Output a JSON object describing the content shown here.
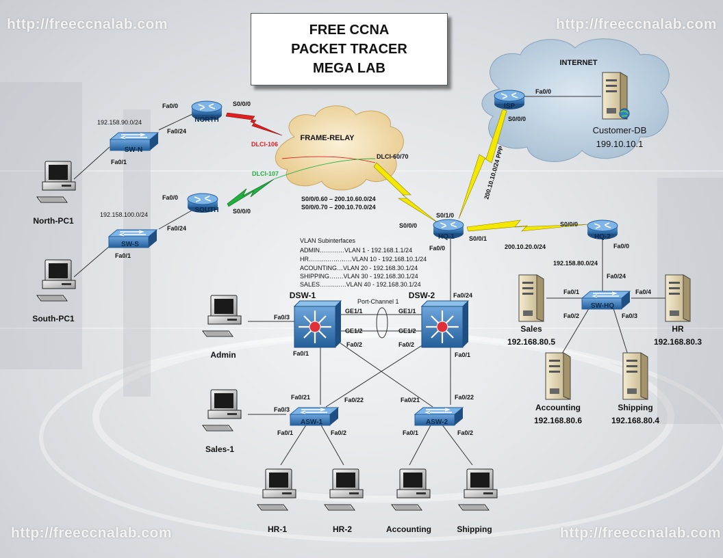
{
  "title": {
    "line1": "FREE CCNA",
    "line2": "PACKET TRACER",
    "line3": "MEGA LAB"
  },
  "watermark": "http://freeccnalab.com",
  "clouds": {
    "internet": "INTERNET",
    "frame_relay": "FRAME-RELAY"
  },
  "devices": {
    "north": "NORTH",
    "south": "SOUTH",
    "isp": "ISP",
    "hq1": "HQ-1",
    "hq2": "HQ-2",
    "sw_n": "SW-N",
    "sw_s": "SW-S",
    "sw_hq": "SW-HQ",
    "asw1": "ASW-1",
    "asw2": "ASW-2",
    "dsw1": "DSW-1",
    "dsw2": "DSW-2",
    "north_pc1": "North-PC1",
    "south_pc1": "South-PC1",
    "admin": "Admin",
    "sales1": "Sales-1",
    "hr1": "HR-1",
    "hr2": "HR-2",
    "accounting": "Accounting",
    "shipping": "Shipping",
    "customer_db": "Customer-DB",
    "customer_db_ip": "199.10.10.1",
    "srv_sales": "Sales",
    "srv_sales_ip": "192.168.80.5",
    "srv_hr": "HR",
    "srv_hr_ip": "192.168.80.3",
    "srv_accounting": "Accounting",
    "srv_accounting_ip": "192.168.80.6",
    "srv_shipping": "Shipping",
    "srv_shipping_ip": "192.168.80.4"
  },
  "ports": {
    "north_fa00": "Fa0/0",
    "north_s000": "S0/0/0",
    "swn_fa024": "Fa0/24",
    "swn_fa01": "Fa0/1",
    "net_north": "192.158.90.0/24",
    "south_fa00": "Fa0/0",
    "south_s000": "S0/0/0",
    "sws_fa024": "Fa0/24",
    "sws_fa01": "Fa0/1",
    "net_south": "192.158.100.0/24",
    "dlci106": "DLCI-106",
    "dlci107": "DLCI-107",
    "dlci6070": "DLCI-60/70",
    "sub60": "S0/0/0.60 – 200.10.60.0/24",
    "sub70": "S0/0/0.70 – 200.10.70.0/24",
    "isp_fa00": "Fa0/0",
    "isp_s000": "S0/0/0",
    "isp_ppp": "200.10.10.0/24 PPP",
    "hq1_s010": "S0/1/0",
    "hq1_s000": "S0/0/0",
    "hq1_s001": "S0/0/1",
    "hq1_fa00": "Fa0/0",
    "hq2_s000": "S0/0/0",
    "hq2_fa00": "Fa0/0",
    "net_hq": "200.10.20.0/24",
    "net_hq2lan": "192.158.80.0/24",
    "swhq_fa024": "Fa0/24",
    "swhq_fa01": "Fa0/1",
    "swhq_fa02": "Fa0/2",
    "swhq_fa03": "Fa0/3",
    "swhq_fa04": "Fa0/4",
    "dsw2_fa024": "Fa0/24",
    "dsw1_fa03": "Fa0/3",
    "portchannel": "Port-Channel 1",
    "dsw1_ge11": "GE1/1",
    "dsw1_ge12": "GE1/2",
    "dsw2_ge11": "GE1/1",
    "dsw2_ge12": "GE1/2",
    "dsw1_fa01": "Fa0/1",
    "dsw1_fa02": "Fa0/2",
    "dsw2_fa02": "Fa0/2",
    "dsw2_fa01": "Fa0/1",
    "asw1_fa021": "Fa0/21",
    "asw1_fa022": "Fa0/22",
    "asw2_fa021": "Fa0/21",
    "asw2_fa022": "Fa0/22",
    "asw1_fa03": "Fa0/3",
    "asw1_fa01": "Fa0/1",
    "asw1_fa02": "Fa0/2",
    "asw2_fa01": "Fa0/1",
    "asw2_fa02": "Fa0/2"
  },
  "vlan_subinterfaces": {
    "title": "VLAN Subinterfaces",
    "lines": [
      "ADMIN…………VLAN 1  -  192.168.1.1/24",
      "HR…………………VLAN 10 - 192.168.10.1/24",
      "ACOUNTING…VLAN 20 - 192.168.30.1/24",
      "SHIPPING…….VLAN 30 - 192.168.30.1/24",
      "SALES………….VLAN 40 - 192.168.30.1/24"
    ]
  },
  "colors": {
    "router": "#3d7fc0",
    "switch": "#3d7fc0",
    "l3switch": "#2a78b8",
    "frame_relay_cloud": "#f2dca8",
    "internet_cloud": "#b9cfe0",
    "serial_red": "#e02020",
    "serial_green": "#20b040",
    "serial_yellow": "#f5e800",
    "link": "#333333",
    "dlci106_color": "#e02020",
    "dlci107_color": "#20b040"
  },
  "icons": [
    "router-icon",
    "switch-icon",
    "multilayer-switch-icon",
    "pc-icon",
    "server-icon",
    "cloud-icon",
    "lightning-link-icon"
  ]
}
